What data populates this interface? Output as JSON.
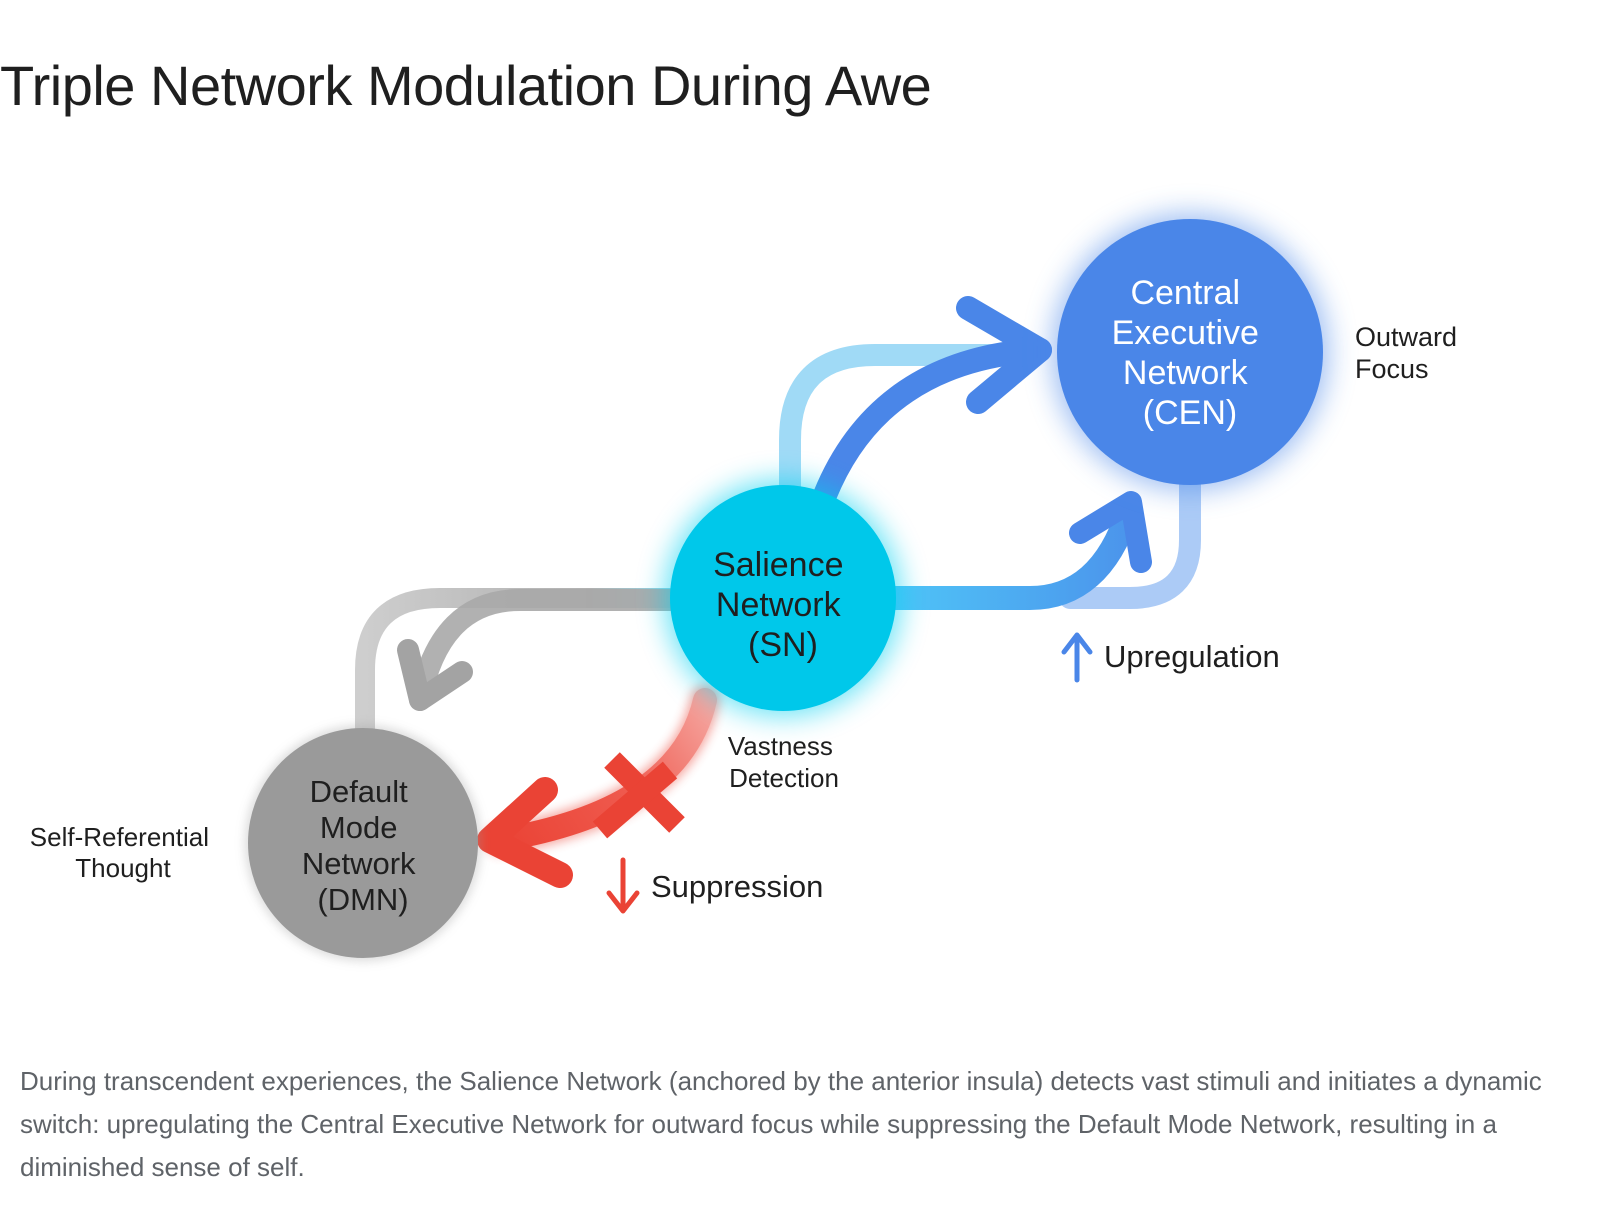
{
  "title": "Triple Network Modulation During Awe",
  "nodes": {
    "sn": {
      "lines": [
        "Salience",
        "Network",
        "(SN)"
      ]
    },
    "cen": {
      "lines": [
        "Central",
        "Executive",
        "Network",
        "(CEN)"
      ]
    },
    "dmn": {
      "lines": [
        "Default",
        "Mode",
        "Network",
        "(DMN)"
      ]
    }
  },
  "labels": {
    "outward_focus": [
      "Outward",
      "Focus"
    ],
    "self_referential": [
      "Self-Referential",
      "Thought"
    ],
    "vastness": [
      "Vastness",
      "Detection"
    ],
    "upregulation": "Upregulation",
    "suppression": "Suppression"
  },
  "colors": {
    "sn": "#00c8ea",
    "cen": "#4a86e8",
    "dmn": "#9a9a9a",
    "suppression": "#ea4335",
    "light_blue": "#7ecbf5",
    "grey_path": "#c4c4c4"
  },
  "caption": "During transcendent experiences, the Salience Network (anchored by the anterior insula) detects vast stimuli and initiates a dynamic switch: upregulating the Central Executive Network for outward focus while suppressing the Default Mode Network, resulting in a diminished sense of self."
}
